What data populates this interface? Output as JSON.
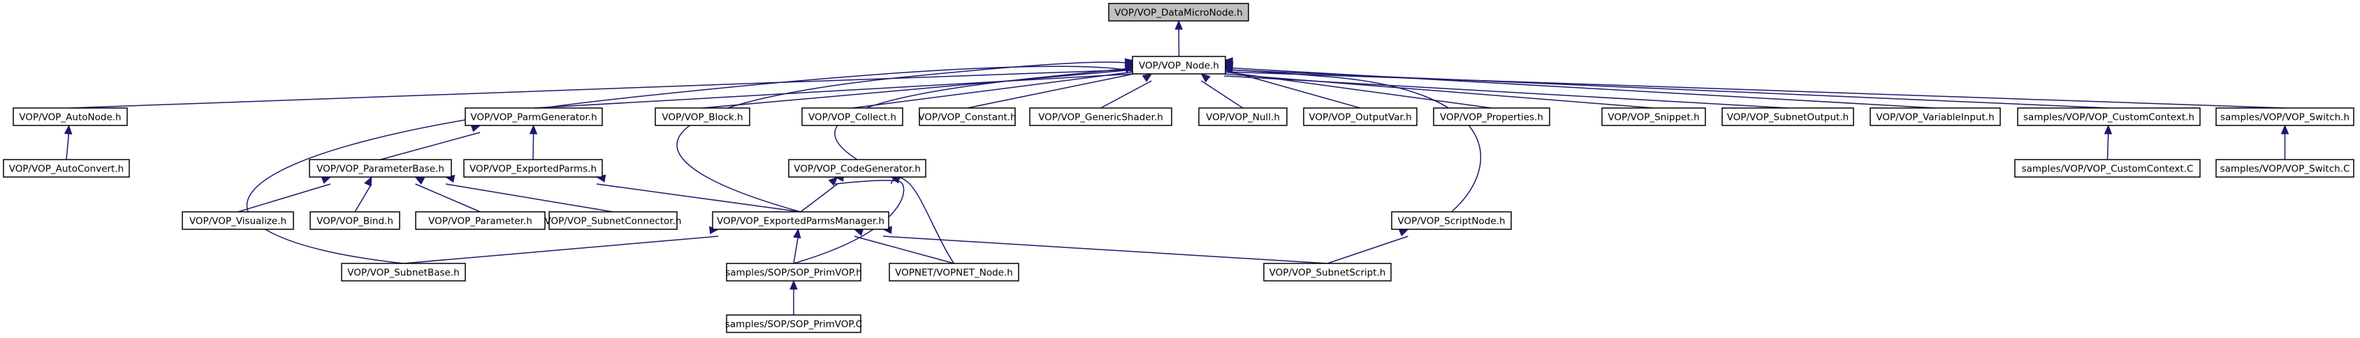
{
  "title": "VOP/VOP_DataMicroNode.h include dependency graph",
  "colors": {
    "edge": "#191970",
    "root_fill": "#bfbfbf",
    "node_fill": "#ffffff",
    "border": "#000000"
  },
  "nodes": [
    {
      "id": "datamicro",
      "label": "VOP/VOP_DataMicroNode.h",
      "root": true
    },
    {
      "id": "node",
      "label": "VOP/VOP_Node.h"
    },
    {
      "id": "autonode",
      "label": "VOP/VOP_AutoNode.h"
    },
    {
      "id": "autoconvert",
      "label": "VOP/VOP_AutoConvert.h"
    },
    {
      "id": "parmgen",
      "label": "VOP/VOP_ParmGenerator.h"
    },
    {
      "id": "parambase",
      "label": "VOP/VOP_ParameterBase.h"
    },
    {
      "id": "exportedparms",
      "label": "VOP/VOP_ExportedParms.h"
    },
    {
      "id": "visualize",
      "label": "VOP/VOP_Visualize.h"
    },
    {
      "id": "bind",
      "label": "VOP/VOP_Bind.h"
    },
    {
      "id": "parameter",
      "label": "VOP/VOP_Parameter.h"
    },
    {
      "id": "subnetconn",
      "label": "VOP/VOP_SubnetConnector.h"
    },
    {
      "id": "block",
      "label": "VOP/VOP_Block.h"
    },
    {
      "id": "collect",
      "label": "VOP/VOP_Collect.h"
    },
    {
      "id": "codegen",
      "label": "VOP/VOP_CodeGenerator.h"
    },
    {
      "id": "epm",
      "label": "VOP/VOP_ExportedParmsManager.h"
    },
    {
      "id": "constant",
      "label": "VOP/VOP_Constant.h"
    },
    {
      "id": "generic",
      "label": "VOP/VOP_GenericShader.h"
    },
    {
      "id": "null",
      "label": "VOP/VOP_Null.h"
    },
    {
      "id": "outputvar",
      "label": "VOP/VOP_OutputVar.h"
    },
    {
      "id": "properties",
      "label": "VOP/VOP_Properties.h"
    },
    {
      "id": "snippet",
      "label": "VOP/VOP_Snippet.h"
    },
    {
      "id": "subnetout",
      "label": "VOP/VOP_SubnetOutput.h"
    },
    {
      "id": "varinput",
      "label": "VOP/VOP_VariableInput.h"
    },
    {
      "id": "customctx_h",
      "label": "samples/VOP/VOP_CustomContext.h"
    },
    {
      "id": "customctx_c",
      "label": "samples/VOP/VOP_CustomContext.C"
    },
    {
      "id": "switch_h",
      "label": "samples/VOP/VOP_Switch.h"
    },
    {
      "id": "switch_c",
      "label": "samples/VOP/VOP_Switch.C"
    },
    {
      "id": "subnetbase",
      "label": "VOP/VOP_SubnetBase.h"
    },
    {
      "id": "primvop_h",
      "label": "samples/SOP/SOP_PrimVOP.h"
    },
    {
      "id": "primvop_c",
      "label": "samples/SOP/SOP_PrimVOP.C"
    },
    {
      "id": "vopnet",
      "label": "VOPNET/VOPNET_Node.h"
    },
    {
      "id": "scriptnode",
      "label": "VOP/VOP_ScriptNode.h"
    },
    {
      "id": "subnetscript",
      "label": "VOP/VOP_SubnetScript.h"
    }
  ],
  "edges": [
    {
      "from": "node",
      "to": "datamicro"
    },
    {
      "from": "autonode",
      "to": "node"
    },
    {
      "from": "autoconvert",
      "to": "autonode"
    },
    {
      "from": "parmgen",
      "to": "node"
    },
    {
      "from": "parambase",
      "to": "parmgen"
    },
    {
      "from": "exportedparms",
      "to": "parmgen"
    },
    {
      "from": "visualize",
      "to": "parambase"
    },
    {
      "from": "bind",
      "to": "parambase"
    },
    {
      "from": "parameter",
      "to": "parambase"
    },
    {
      "from": "subnetconn",
      "to": "parambase"
    },
    {
      "from": "epm",
      "to": "exportedparms"
    },
    {
      "from": "block",
      "to": "node"
    },
    {
      "from": "collect",
      "to": "node"
    },
    {
      "from": "constant",
      "to": "node"
    },
    {
      "from": "generic",
      "to": "node"
    },
    {
      "from": "null",
      "to": "node"
    },
    {
      "from": "outputvar",
      "to": "node"
    },
    {
      "from": "properties",
      "to": "node"
    },
    {
      "from": "snippet",
      "to": "node"
    },
    {
      "from": "subnetout",
      "to": "node"
    },
    {
      "from": "varinput",
      "to": "node"
    },
    {
      "from": "customctx_h",
      "to": "node"
    },
    {
      "from": "switch_h",
      "to": "node"
    },
    {
      "from": "customctx_c",
      "to": "customctx_h"
    },
    {
      "from": "switch_c",
      "to": "switch_h"
    },
    {
      "from": "codegen",
      "to": "node"
    },
    {
      "from": "epm",
      "to": "node"
    },
    {
      "from": "subnetbase",
      "to": "node"
    },
    {
      "from": "scriptnode",
      "to": "node"
    },
    {
      "from": "epm",
      "to": "codegen"
    },
    {
      "from": "primvop_h",
      "to": "codegen"
    },
    {
      "from": "vopnet",
      "to": "codegen"
    },
    {
      "from": "subnetbase",
      "to": "epm"
    },
    {
      "from": "primvop_h",
      "to": "epm"
    },
    {
      "from": "vopnet",
      "to": "epm"
    },
    {
      "from": "subnetscript",
      "to": "epm"
    },
    {
      "from": "primvop_c",
      "to": "primvop_h"
    },
    {
      "from": "subnetscript",
      "to": "scriptnode"
    }
  ]
}
